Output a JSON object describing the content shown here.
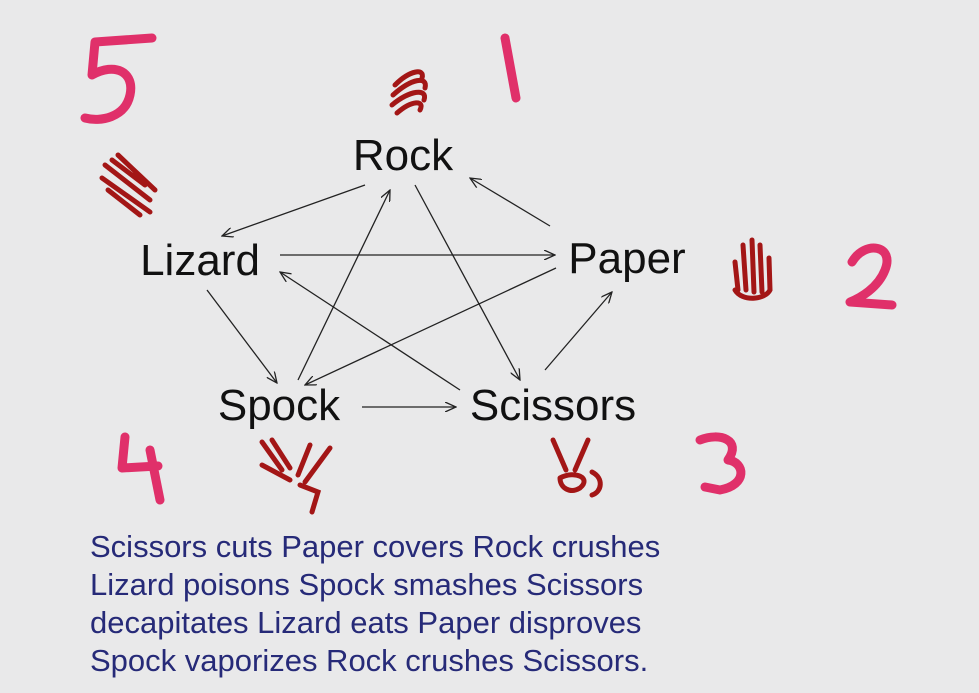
{
  "nodes": {
    "rock": "Rock",
    "paper": "Paper",
    "scissors": "Scissors",
    "spock": "Spock",
    "lizard": "Lizard"
  },
  "numbers": {
    "rock": "1",
    "paper": "2",
    "scissors": "3",
    "spock": "4",
    "lizard": "5"
  },
  "caption": [
    "Scissors cuts Paper covers Rock crushes",
    "Lizard poisons Spock smashes Scissors",
    "decapitates Lizard eats Paper disproves",
    "Spock vaporizes Rock crushes Scissors."
  ],
  "colors": {
    "background": "#e9e9ea",
    "numbers": "#e0306a",
    "hands": "#a31616",
    "caption": "#262a78"
  }
}
